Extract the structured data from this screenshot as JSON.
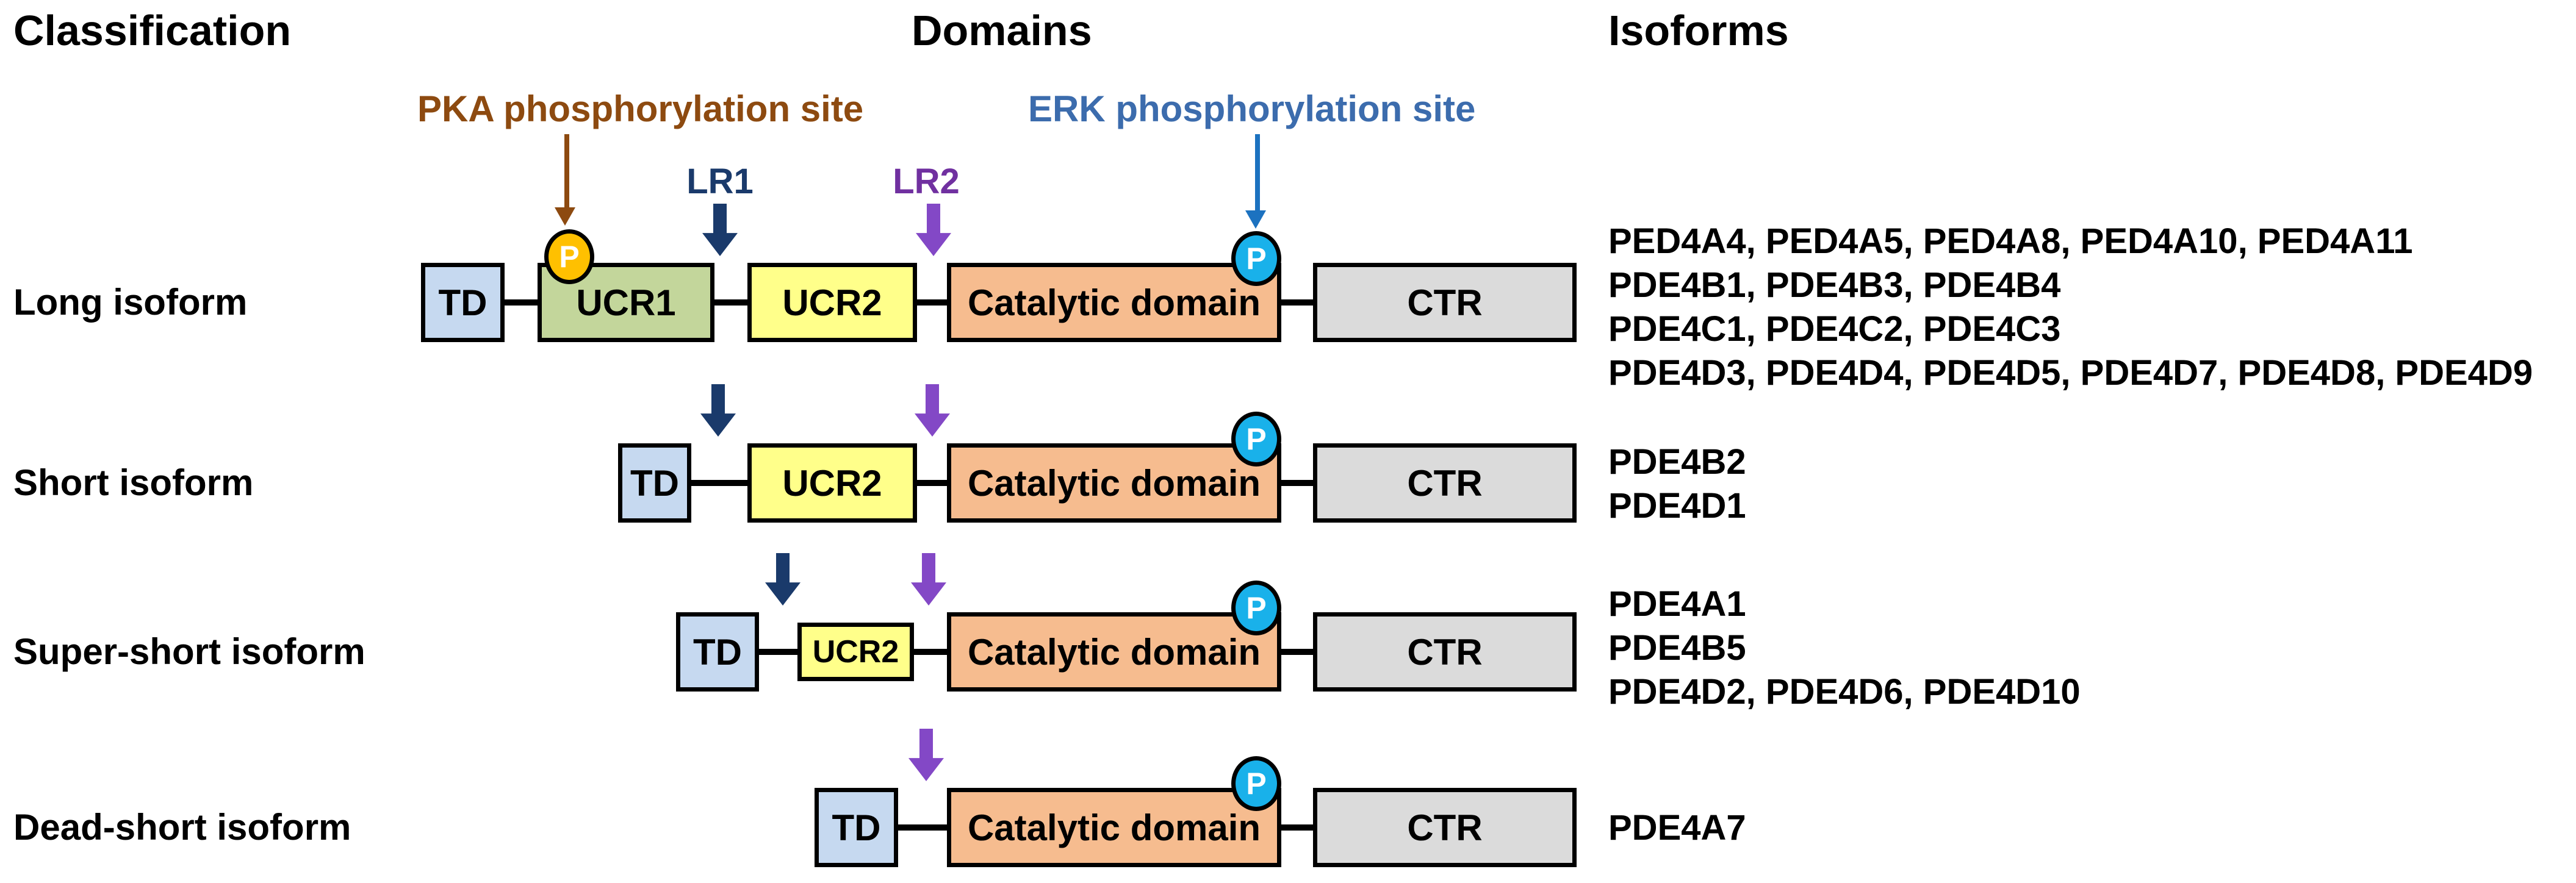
{
  "headers": {
    "classification": "Classification",
    "domains": "Domains",
    "isoforms": "Isoforms"
  },
  "annotations": {
    "pka_label": "PKA phosphorylation site",
    "erk_label": "ERK phosphorylation site",
    "lr1_label": "LR1",
    "lr2_label": "LR2",
    "p_marker": "P"
  },
  "colors": {
    "td": "#c6d9f0",
    "ucr1": "#c3d69b",
    "ucr2": "#ffff8a",
    "catalytic": "#f6bc8f",
    "ctr": "#dbdbdb",
    "pka_site_fill": "#ffc000",
    "erk_site_fill": "#19b1ea",
    "lr1": "#1a3a6b",
    "lr2_text": "#7030a0",
    "lr2_arrow": "#8348c6",
    "pka": "#8d4a10",
    "erk_text": "#3c6cad",
    "erk_arrow": "#1c72c0"
  },
  "rows": [
    {
      "classification": "Long isoform",
      "domains": [
        "TD",
        "UCR1",
        "UCR2",
        "Catalytic domain",
        "CTR"
      ],
      "isoforms": [
        "PED4A4, PED4A5, PED4A8, PED4A10, PED4A11",
        "PDE4B1, PDE4B3, PDE4B4",
        "PDE4C1, PDE4C2, PDE4C3",
        "PDE4D3, PDE4D4, PDE4D5, PDE4D7, PDE4D8, PDE4D9"
      ]
    },
    {
      "classification": "Short isoform",
      "domains": [
        "TD",
        "UCR2",
        "Catalytic domain",
        "CTR"
      ],
      "isoforms": [
        "PDE4B2",
        "PDE4D1"
      ]
    },
    {
      "classification": "Super-short isoform",
      "domains": [
        "TD",
        "UCR2",
        "Catalytic domain",
        "CTR"
      ],
      "isoforms": [
        "PDE4A1",
        "PDE4B5",
        "PDE4D2, PDE4D6, PDE4D10"
      ]
    },
    {
      "classification": "Dead-short isoform",
      "domains": [
        "TD",
        "Catalytic domain",
        "CTR"
      ],
      "isoforms": [
        "PDE4A7"
      ]
    }
  ]
}
